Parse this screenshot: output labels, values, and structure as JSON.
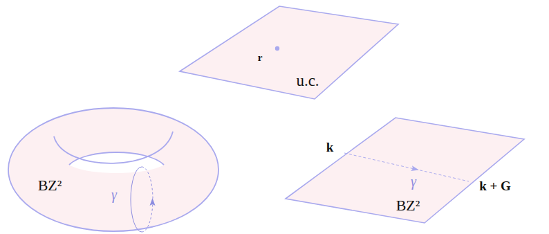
{
  "diagram": {
    "nodes": [
      {
        "text": [
          "r",
          "u.c."
        ]
      },
      {
        "text": [
          "BZ²",
          "γ"
        ]
      },
      {
        "text": [
          "k",
          "k + G",
          "γ",
          "BZ²"
        ]
      }
    ]
  }
}
